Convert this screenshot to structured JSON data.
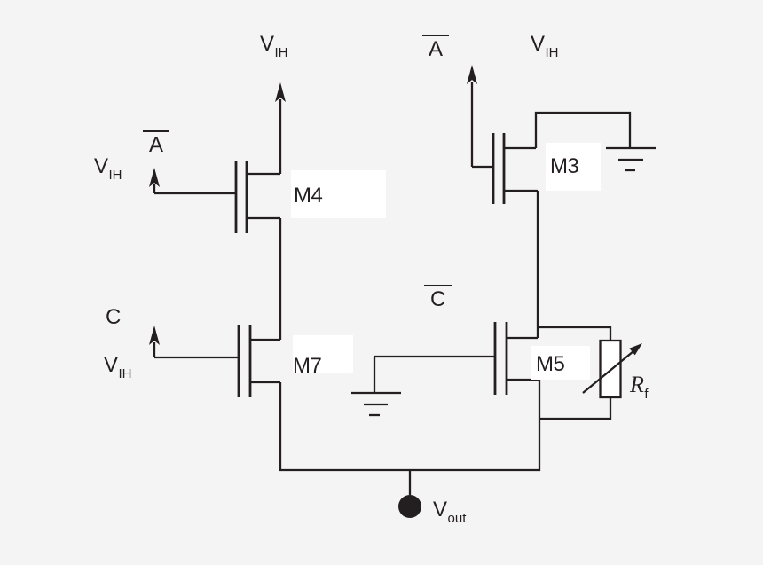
{
  "colors": {
    "background": "#f5f4f5",
    "line": "#231f20",
    "label-box": "#ffffff"
  },
  "power_labels": {
    "m4_supply": {
      "base": "V",
      "sub": "IH"
    },
    "m4_gate_drive": {
      "base": "V",
      "sub": "IH"
    },
    "m7_gate_drive": {
      "base": "V",
      "sub": "IH"
    },
    "m3_supply": {
      "base": "V",
      "sub": "IH"
    }
  },
  "signal_labels": {
    "m4_gate_inverted": "A",
    "m3_gate_inverted": "A",
    "m7_gate": "C",
    "m5_gate_inverted": "C"
  },
  "transistor_labels": {
    "m4": "M4",
    "m7": "M7",
    "m3": "M3",
    "m5": "M5"
  },
  "resistor_label": {
    "base": "R",
    "sub": "f"
  },
  "output_label": {
    "base": "V",
    "sub": "out"
  }
}
